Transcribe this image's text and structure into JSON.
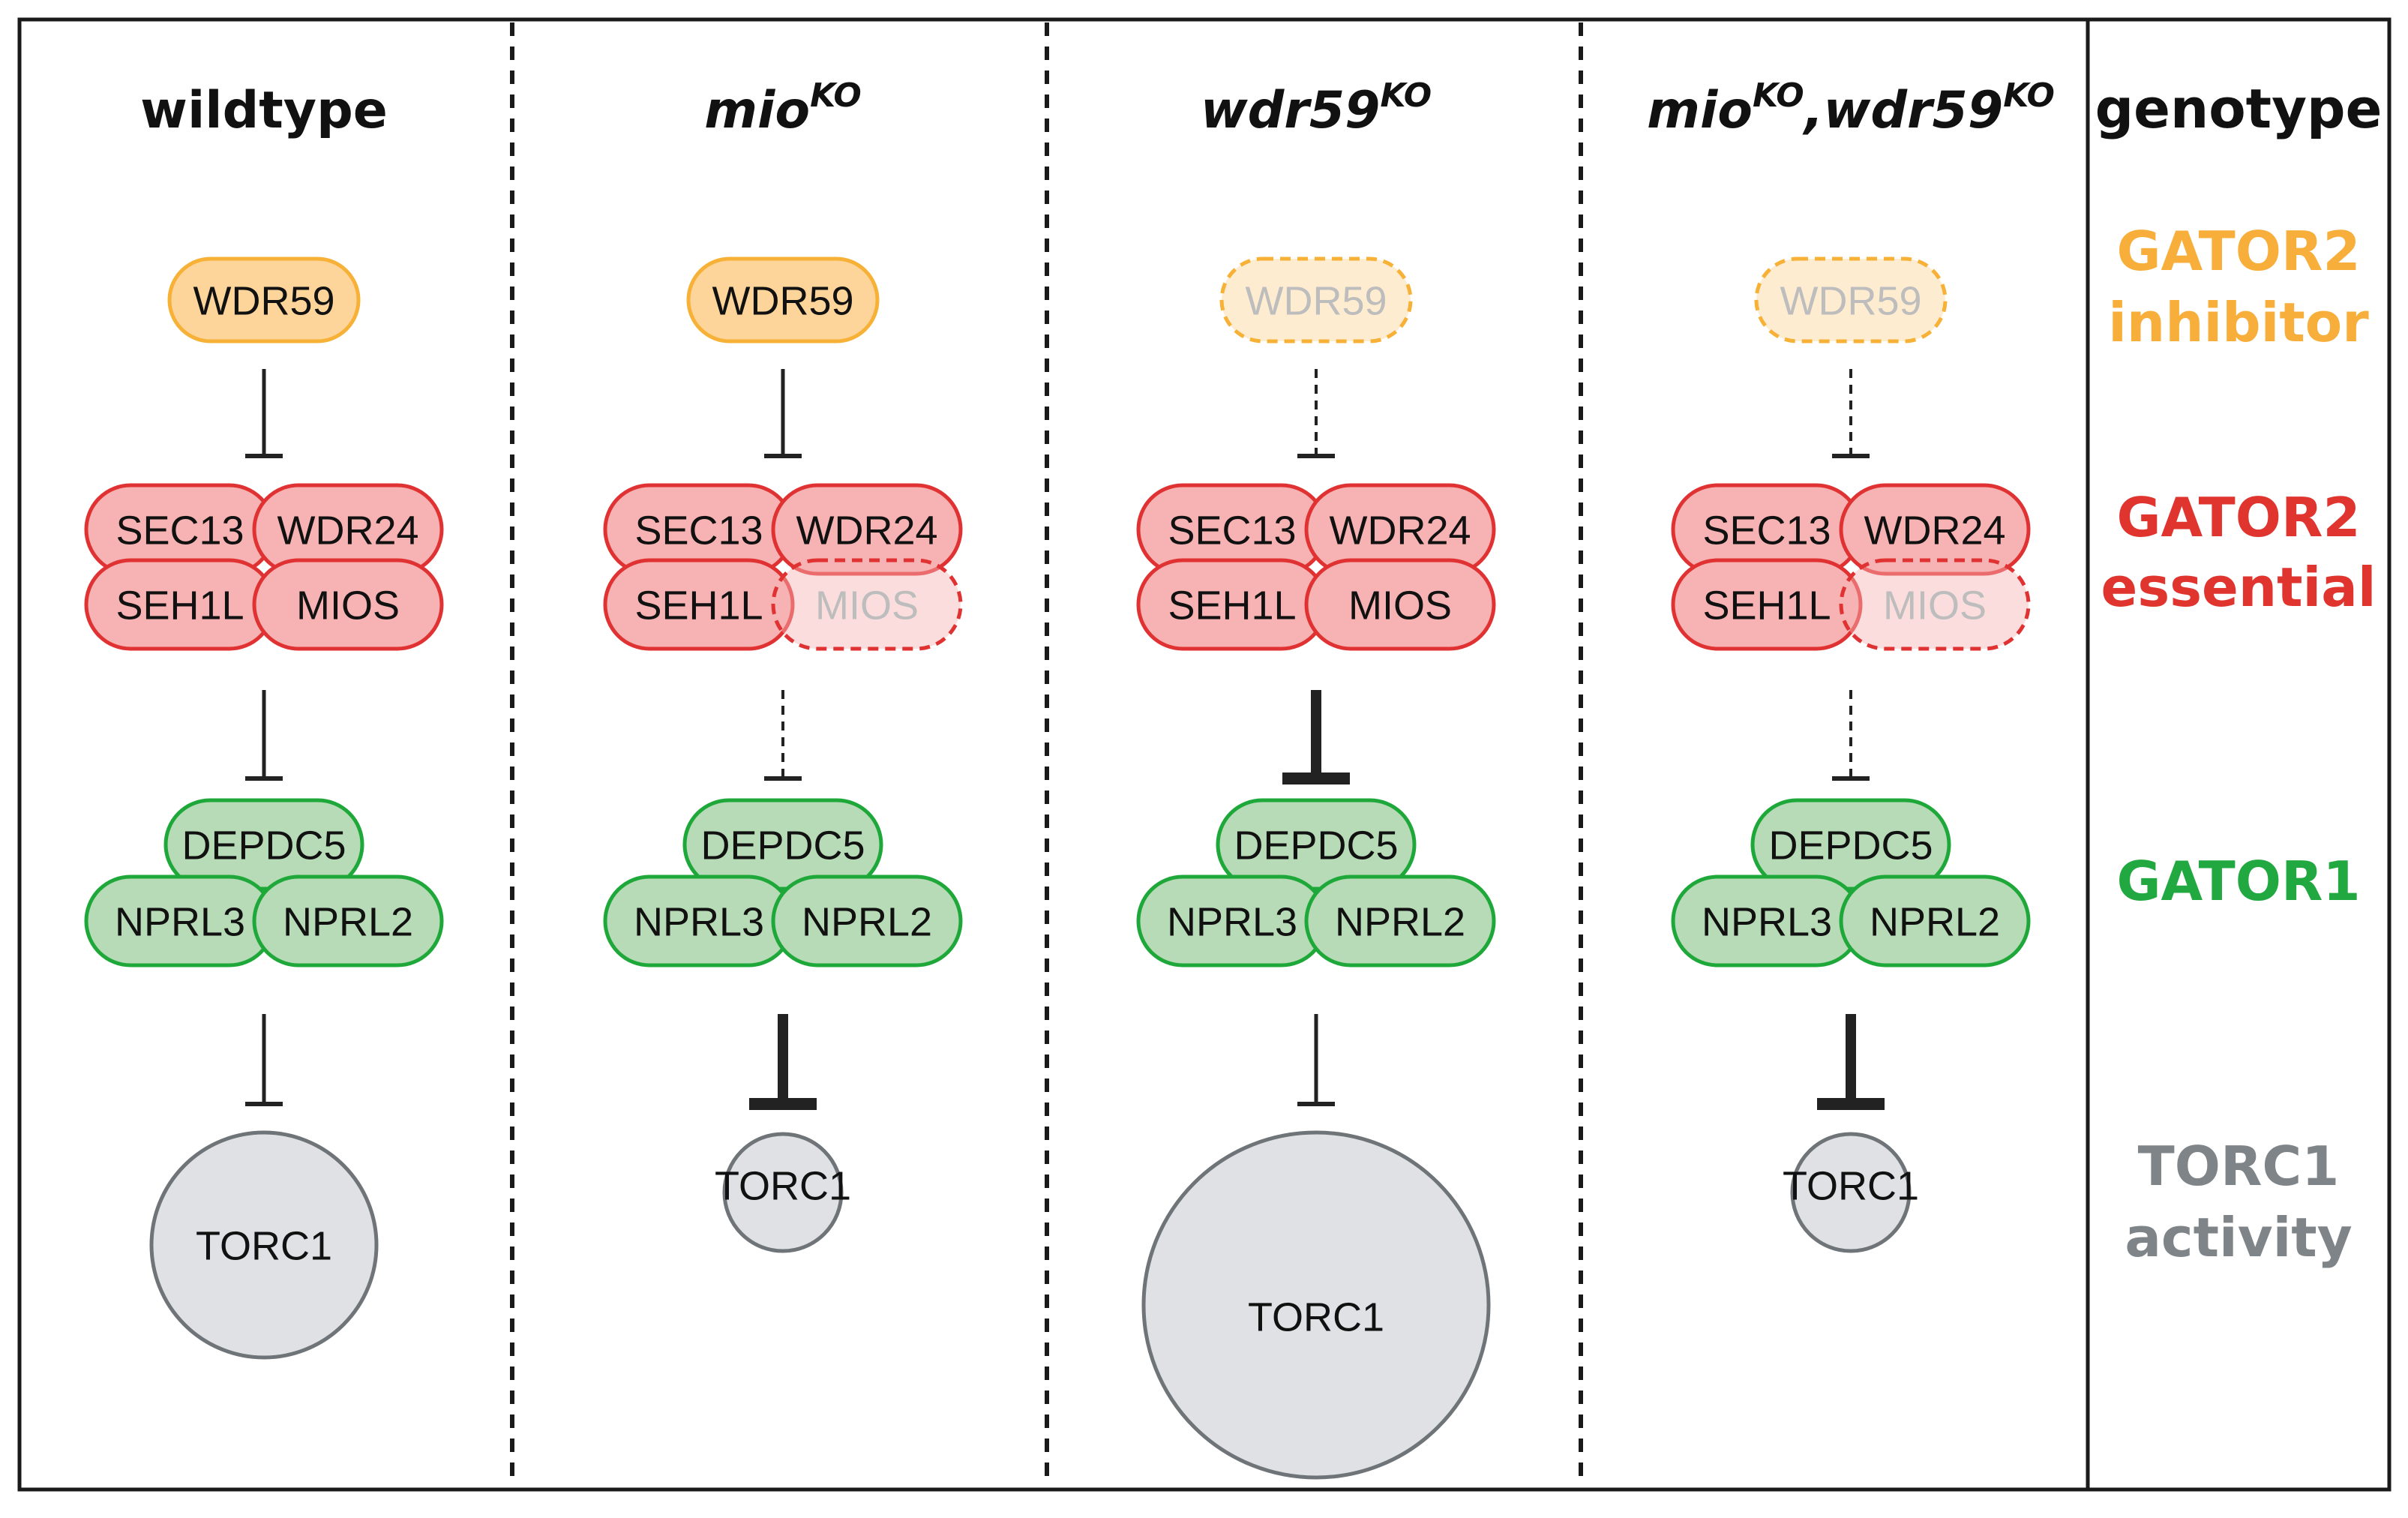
{
  "colors": {
    "inhibitor_fill": "#fdd59a",
    "inhibitor_stroke": "#f6b136",
    "essential_fill": "#f7b3b3",
    "essential_stroke": "#e03232",
    "gator1_fill": "#b7dbb6",
    "gator1_stroke": "#1fa83a",
    "torc1_fill": "#dfe1e4",
    "torc1_stroke": "#6f7478",
    "ghost_text": "#bdbdbd",
    "legend_inhibitor": "#f8ae3a",
    "legend_essential": "#e0342f",
    "legend_gator1": "#22a840",
    "legend_torc1": "#7f8488"
  },
  "columns": [
    {
      "header_main": "wildtype",
      "header_sup": "",
      "header_italic": false,
      "wdr59": "WDR59",
      "wdr59_present": true,
      "sec13": "SEC13",
      "wdr24": "WDR24",
      "seh1l": "SEH1L",
      "mios": "MIOS",
      "mios_present": true,
      "depdc5": "DEPDC5",
      "nprl3": "NPRL3",
      "nprl2": "NPRL2",
      "torc1": "TORC1",
      "torc1_size": "medium",
      "inhibit1": "normal",
      "inhibit2": "normal",
      "inhibit3": "normal"
    },
    {
      "header_main": "mio",
      "header_sup": "KO",
      "header_italic": true,
      "wdr59": "WDR59",
      "wdr59_present": true,
      "sec13": "SEC13",
      "wdr24": "WDR24",
      "seh1l": "SEH1L",
      "mios": "MIOS",
      "mios_present": false,
      "depdc5": "DEPDC5",
      "nprl3": "NPRL3",
      "nprl2": "NPRL2",
      "torc1": "TORC1",
      "torc1_size": "small",
      "inhibit1": "normal",
      "inhibit2": "dashed",
      "inhibit3": "strong"
    },
    {
      "header_main": "wdr59",
      "header_sup": "KO",
      "header_italic": true,
      "wdr59": "WDR59",
      "wdr59_present": false,
      "sec13": "SEC13",
      "wdr24": "WDR24",
      "seh1l": "SEH1L",
      "mios": "MIOS",
      "mios_present": true,
      "depdc5": "DEPDC5",
      "nprl3": "NPRL3",
      "nprl2": "NPRL2",
      "torc1": "TORC1",
      "torc1_size": "large",
      "inhibit1": "dashed",
      "inhibit2": "strong",
      "inhibit3": "normal"
    },
    {
      "header_main": "mio",
      "header_sup": "KO",
      "header_italic": true,
      "header_main2": ",wdr59",
      "header_sup2": "KO",
      "wdr59": "WDR59",
      "wdr59_present": false,
      "sec13": "SEC13",
      "wdr24": "WDR24",
      "seh1l": "SEH1L",
      "mios": "MIOS",
      "mios_present": false,
      "depdc5": "DEPDC5",
      "nprl3": "NPRL3",
      "nprl2": "NPRL2",
      "torc1": "TORC1",
      "torc1_size": "small",
      "inhibit1": "dashed",
      "inhibit2": "dashed",
      "inhibit3": "strong"
    }
  ],
  "legend": {
    "title": "genotype",
    "inhibitor_line1": "GATOR2",
    "inhibitor_line2": "inhibitor",
    "essential_line1": "GATOR2",
    "essential_line2": "essential",
    "gator1": "GATOR1",
    "torc1_line1": "TORC1",
    "torc1_line2": "activity"
  }
}
